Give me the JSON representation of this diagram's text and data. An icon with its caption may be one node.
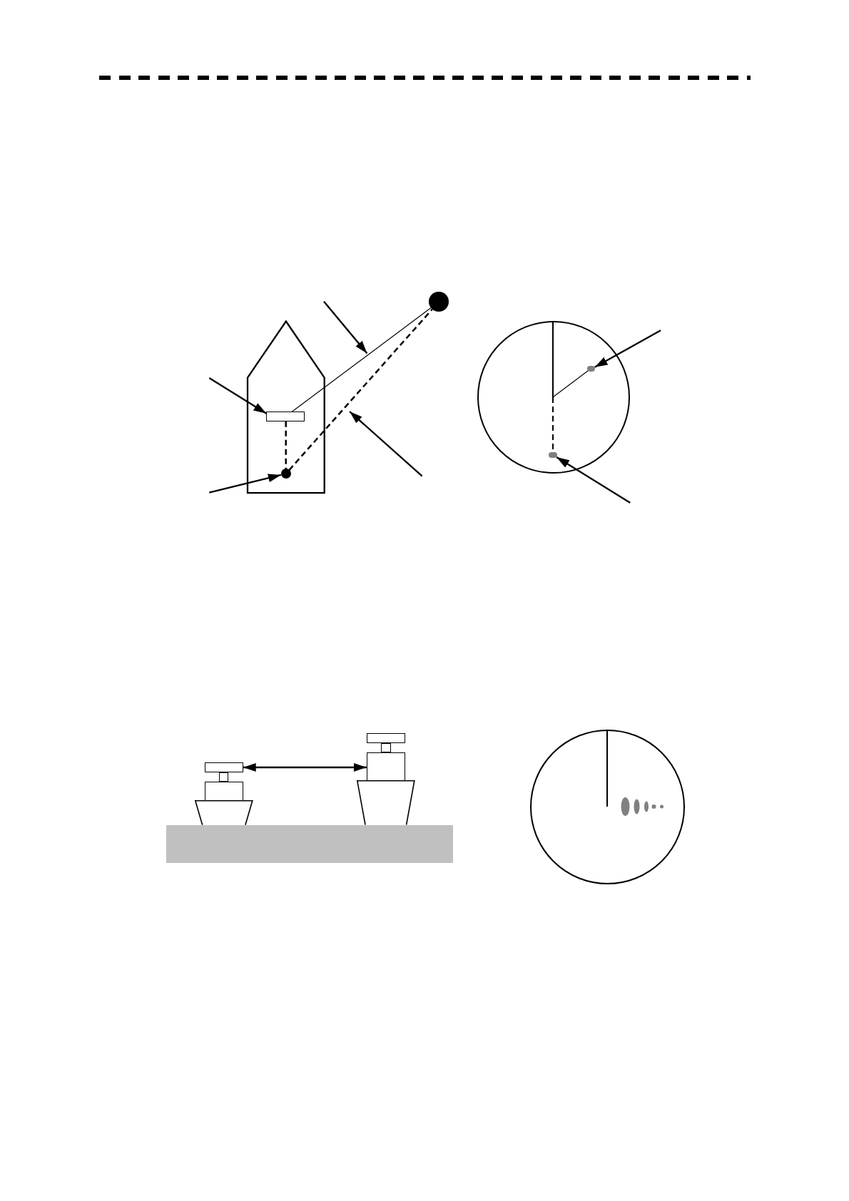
{
  "diagram": {
    "nodes": [
      {
        "text": [],
        "shape": "ship"
      },
      {
        "text": [],
        "shape": "box",
        "in": 0
      },
      {
        "text": [],
        "shape": "circle",
        "in": 0
      },
      {
        "text": [],
        "shape": "circle"
      },
      {
        "text": [],
        "shape": "circle"
      },
      {
        "text": [],
        "shape": "ellipse",
        "in": 4
      },
      {
        "text": [],
        "shape": "ellipse",
        "in": 4
      },
      {
        "text": [],
        "shape": "box"
      },
      {
        "text": [],
        "shape": "box"
      },
      {
        "text": [],
        "shape": "box"
      },
      {
        "text": [],
        "shape": "trapezoid"
      },
      {
        "text": [],
        "shape": "box"
      },
      {
        "text": [],
        "shape": "box"
      },
      {
        "text": [],
        "shape": "box"
      },
      {
        "text": [],
        "shape": "trapezoid"
      },
      {
        "text": [],
        "shape": "circle"
      }
    ],
    "edges": [
      {
        "from": 1,
        "to": 3,
        "arrow": "none"
      },
      {
        "from": 1,
        "to": 2,
        "arrow": "none",
        "style": "dashed"
      },
      {
        "from": 2,
        "to": 3,
        "arrow": "none",
        "style": "dashed"
      },
      {
        "from": null,
        "to": 1,
        "arrow": "to"
      },
      {
        "from": null,
        "to": 2,
        "arrow": "to"
      },
      {
        "from": null,
        "to": 5,
        "arrow": "to"
      },
      {
        "from": null,
        "to": 6,
        "arrow": "to"
      },
      {
        "from": 7,
        "to": 13,
        "arrow": "both"
      }
    ]
  }
}
